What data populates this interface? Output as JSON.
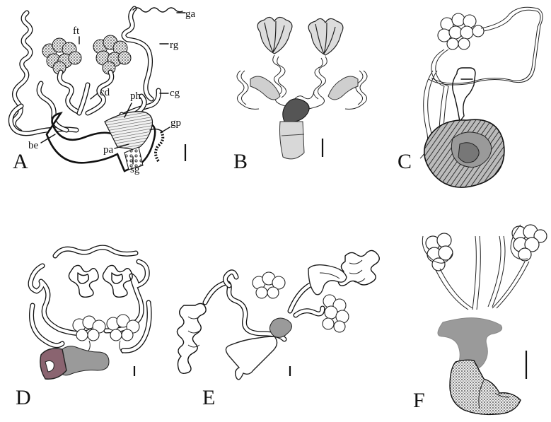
{
  "panels": [
    {
      "letter": "A"
    },
    {
      "letter": "B"
    },
    {
      "letter": "C"
    },
    {
      "letter": "D"
    },
    {
      "letter": "E"
    },
    {
      "letter": "F"
    }
  ],
  "annotations": {
    "ga": "ga",
    "ft": "ft",
    "rg": "rg",
    "cd": "cd",
    "cg": "cg",
    "ph": "ph",
    "gp": "gp",
    "be": "be",
    "pa": "pa",
    "sg": "sg"
  },
  "colors": {
    "ink": "#111111",
    "grey_organ": "#9a9a9a",
    "dark_organ": "#555555",
    "light_organ": "#d8d8d8",
    "mauve_organ": "#8a6470"
  }
}
